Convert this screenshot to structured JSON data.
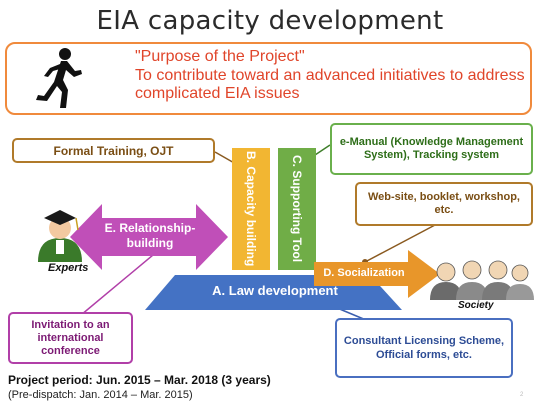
{
  "title": "EIA capacity development",
  "purpose": {
    "heading": "\"Purpose of the Project\"",
    "body": "To contribute toward an advanced initiatives to address complicated EIA issues"
  },
  "boxes": {
    "formal_training": "Formal Training, OJT",
    "e_manual": "e-Manual (Knowledge Management System), Tracking system",
    "website": "Web-site, booklet, workshop, etc.",
    "invitation": "Invitation to an international conference",
    "consultant": "Consultant Licensing Scheme, Official forms, etc."
  },
  "components": {
    "law": "A. Law development",
    "capacity": "B. Capacity building",
    "tool": "C. Supporting Tool",
    "socialization": "D. Socialization",
    "relationship": "E. Relationship-building"
  },
  "labels": {
    "experts": "Experts",
    "society": "Society"
  },
  "footer": {
    "period": "Project period: Jun. 2015 – Mar. 2018 (3 years)",
    "predispatch": "(Pre-dispatch: Jan. 2014 – Mar. 2015)"
  },
  "page_number": "2",
  "colors": {
    "law": "#4472c4",
    "capacity": "#f2b632",
    "tool": "#70ad47",
    "socialization": "#e8962a",
    "relationship": "#c04fb8"
  }
}
